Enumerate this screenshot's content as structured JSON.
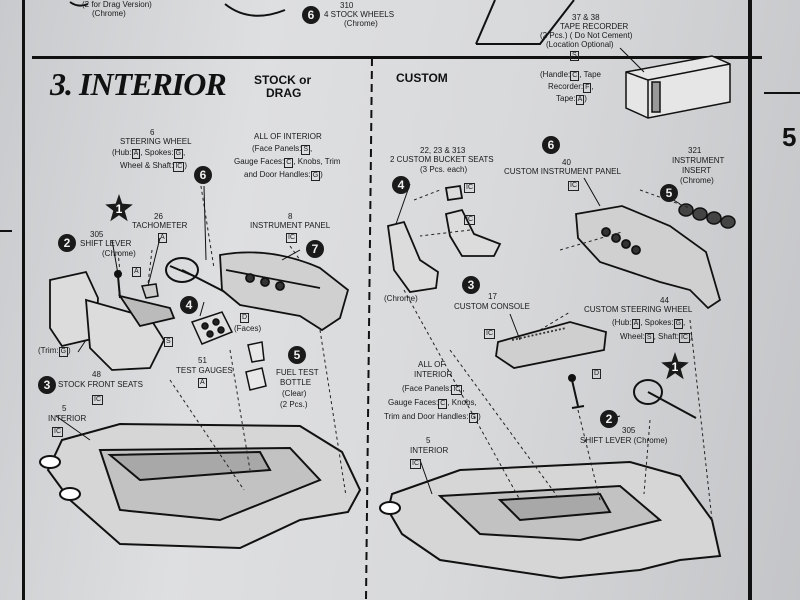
{
  "top": {
    "drag_note": "(2 for Drag Version)",
    "drag_note_finish": "(Chrome)",
    "stock_wheels_step": "6",
    "stock_wheels_num": "310",
    "stock_wheels_label": "4 STOCK WHEELS",
    "stock_wheels_finish": "(Chrome)"
  },
  "tape": {
    "num": "37 & 38",
    "label": "TAPE RECORDER",
    "note": "(2 Pcs.) ( Do Not Cement)",
    "location": "(Location Optional)",
    "code_top": "S",
    "handle_label": "(Handle:",
    "handle_code": "C",
    "tape_label": ", Tape",
    "recorder_label": "Recorder:",
    "recorder_code": "F",
    "tape2_label": ",",
    "tape3_label": "Tape:",
    "tape3_code": "A",
    "close": ")"
  },
  "section": {
    "number_title": "3. INTERIOR",
    "stock_label": "STOCK or",
    "drag_label": "DRAG",
    "custom_label": "CUSTOM",
    "edge_number": "5"
  },
  "stock": {
    "steering": {
      "step": "6",
      "num": "6",
      "label": "STEERING WHEEL",
      "l1": "(Hub:",
      "hub": "A",
      "l2": ", Spokes:",
      "spokes": "G",
      "l3": ",",
      "l4": "Wheel & Shaft:",
      "shaft": "IC",
      "l5": ")"
    },
    "all_interior": {
      "l1": "ALL OF INTERIOR",
      "l2": "(Face Panels:",
      "face": "S",
      "l3": ",",
      "l4": "Gauge Faces:",
      "gauge": "C",
      "l5": ", Knobs, Trim",
      "l6": "and Door Handles:",
      "door": "G",
      "l7": ")"
    },
    "tach": {
      "star": "1",
      "num": "26",
      "label": "TACHOMETER",
      "code": "A"
    },
    "shift": {
      "step": "2",
      "num": "305",
      "label": "SHIFT LEVER",
      "finish": "(Chrome)",
      "code": "A"
    },
    "panel": {
      "step": "7",
      "num": "8",
      "label": "INSTRUMENT PANEL",
      "code": "IC"
    },
    "gauges": {
      "step": "4",
      "num": "51",
      "label": "TEST GAUGES",
      "code": "A",
      "faces_code": "D",
      "faces_label": "(Faces)"
    },
    "bottle": {
      "step": "5",
      "label1": "FUEL TEST",
      "label2": "BOTTLE",
      "label3": "(Clear)",
      "label4": "(2 Pcs.)"
    },
    "seats": {
      "step": "3",
      "num": "48",
      "label": "STOCK FRONT SEATS",
      "code": "IC",
      "trim_label": "(Trim:",
      "trim_code": "G",
      "trim_close": ")",
      "s_code": "S"
    },
    "interior": {
      "num": "5",
      "label": "INTERIOR",
      "code": "IC"
    }
  },
  "custom": {
    "bucket": {
      "step": "4",
      "num": "22, 23 & 313",
      "label": "2 CUSTOM BUCKET SEATS",
      "note": "(3 Pcs. each)",
      "code1": "IC",
      "code2": "IC",
      "chrome": "(Chrome)"
    },
    "panel": {
      "step": "6",
      "num": "40",
      "label": "CUSTOM INSTRUMENT PANEL",
      "code": "IC"
    },
    "insert": {
      "step": "5",
      "num": "321",
      "label1": "INSTRUMENT",
      "label2": "INSERT",
      "finish": "(Chrome)"
    },
    "console": {
      "step": "3",
      "num": "17",
      "label": "CUSTOM CONSOLE",
      "code": "IC"
    },
    "steering": {
      "star": "1",
      "num": "44",
      "label": "CUSTOM STEERING WHEEL",
      "l1": "(Hub:",
      "hub": "A",
      "l2": ", Spokes:",
      "spokes": "G",
      "l3": ",",
      "l4": "Wheel:",
      "wheel": "S",
      "l5": ", Shaft:",
      "shaft": "IC",
      "l6": ")"
    },
    "all_interior": {
      "l1": "ALL OF",
      "l2": "INTERIOR",
      "l3": "(Face Panels:",
      "face": "IC",
      "l4": ",",
      "l5": "Gauge Faces:",
      "gauge": "C",
      "l6": ", Knobs,",
      "l7": "Trim and Door Handles:",
      "door": "G",
      "l8": ")"
    },
    "shift": {
      "step": "2",
      "num": "305",
      "label": "SHIFT LEVER (Chrome)",
      "code": "D"
    },
    "interior": {
      "num": "5",
      "label": "INTERIOR",
      "code": "IC"
    }
  }
}
